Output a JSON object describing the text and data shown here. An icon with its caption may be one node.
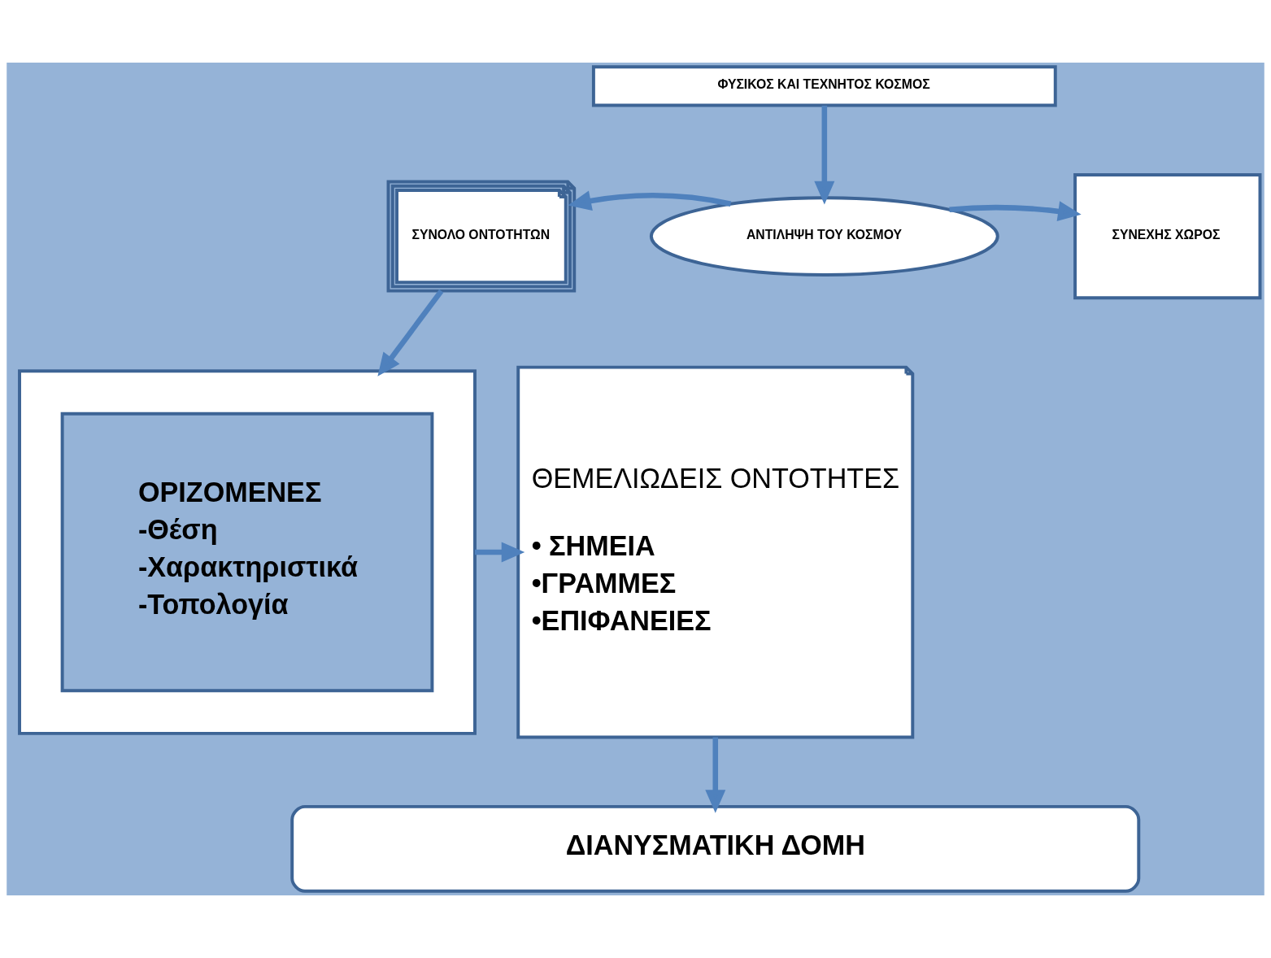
{
  "diagram": {
    "nodes": [
      {
        "text": [
          "ΦΥΣΙΚΟΣ ΚΑΙ ΤΕΧΝΗΤΟΣ ΚΟΣΜΟΣ"
        ]
      },
      {
        "text": [
          "ΣΥΝΟΛΟ ΟΝΤΟΤΗΤΩΝ"
        ]
      },
      {
        "text": [
          "ΑΝΤΙΛΗΨΗ ΤΟΥ ΚΟΣΜΟΥ"
        ]
      },
      {
        "text": [
          "ΣΥΝΕΧΗΣ ΧΩΡΟΣ"
        ]
      },
      {
        "text": [],
        "shape": "box"
      },
      {
        "text": [
          "ΟΡΙΖΟΜΕΝΕΣ",
          "-Θέση",
          "-Χαρακτηριστικά",
          "-Τοπολογία"
        ],
        "in": 4
      },
      {
        "text": [
          "ΘΕΜΕΛΙΩΔΕΙΣ ΟΝΤΟΤΗΤΕΣ",
          "• ΣΗΜΕΙΑ",
          "•ΓΡΑΜΜΕΣ",
          "•ΕΠΙΦΑΝΕΙΕΣ"
        ]
      },
      {
        "text": [
          "ΔΙΑΝΥΣΜΑΤΙΚΗ ΔΟΜΗ"
        ]
      }
    ],
    "edges": [
      {
        "from": 0,
        "to": 2,
        "arrow": "to"
      },
      {
        "from": 2,
        "to": 1,
        "arrow": "to"
      },
      {
        "from": 2,
        "to": 3,
        "arrow": "to"
      },
      {
        "from": 1,
        "to": 4,
        "arrow": "to"
      },
      {
        "from": 4,
        "to": 6,
        "arrow": "to"
      },
      {
        "from": 6,
        "to": 7,
        "arrow": "to"
      }
    ]
  }
}
